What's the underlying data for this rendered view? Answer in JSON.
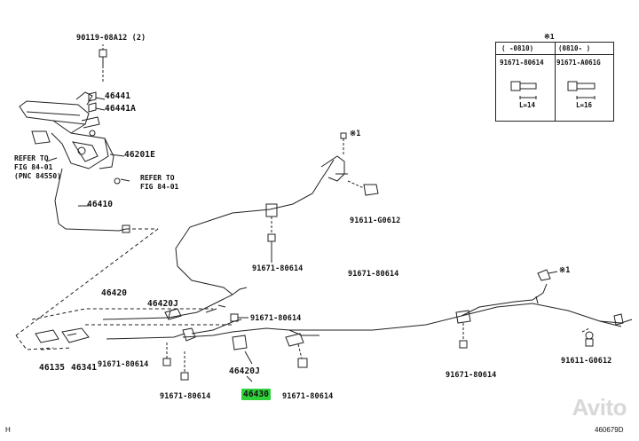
{
  "labels": {
    "p1": "90119-08A12 (2)",
    "p2": "46441",
    "p3": "46441A",
    "p4": "46201E",
    "p5": "46410",
    "p6": "46420",
    "p7": "46420J",
    "p8": "46135",
    "p9": "46341",
    "p10": "91671-80614",
    "p11": "91671-80614",
    "p12": "91671-80614",
    "p13": "91671-80614",
    "p14": "91671-80614",
    "p15": "46420J",
    "p16": "46430",
    "p17": "91671-80614",
    "p18": "91611-G0612",
    "p19": "91671-80614",
    "p20": "91611-G0612"
  },
  "refs": {
    "ref1_line1": "REFER TO",
    "ref1_line2": "FIG 84-01",
    "ref1_line3": "(PNC 84550)",
    "ref2_line1": "REFER TO",
    "ref2_line2": "FIG 84-01"
  },
  "marks": {
    "star1": "※1",
    "star2": "※1",
    "star_top": "※1"
  },
  "legend": {
    "col1_header": "(    -0810)",
    "col2_header": "(0810-    )",
    "col1_part": "91671-80614",
    "col2_part": "91671-A061G",
    "col1_length": "L=14",
    "col2_length": "L=16"
  },
  "corner": {
    "left": "H",
    "right": "460679D"
  },
  "watermark": "Avito",
  "colors": {
    "highlight": "#2fd13a",
    "ink": "#111111"
  }
}
